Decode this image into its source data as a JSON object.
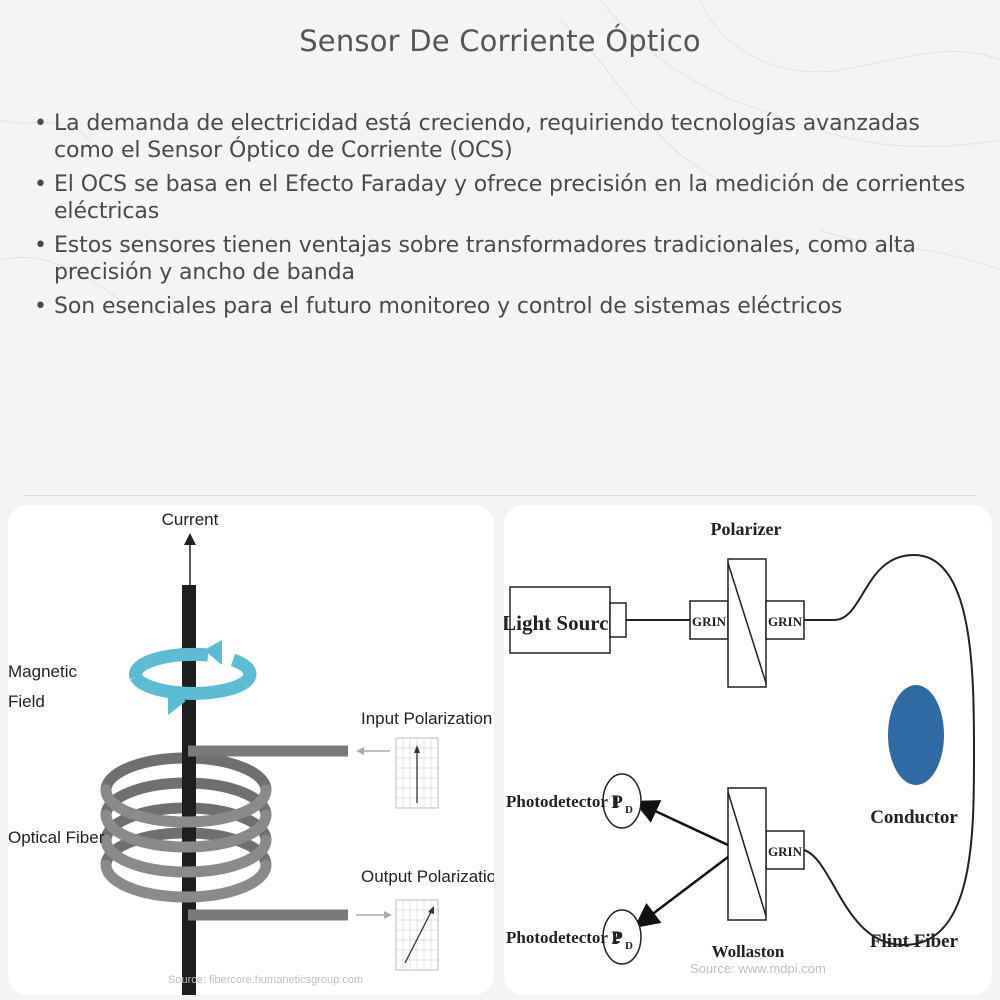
{
  "title": "Sensor De Corriente Óptico",
  "bullets": [
    {
      "text": "La demanda de electricidad está creciendo, requiriendo tecnologías avanzadas como el Sensor Óptico de Corriente (OCS)"
    },
    {
      "text": "El OCS se basa en el Efecto Faraday y ofrece precisión en la medición de corrientes eléctricas"
    },
    {
      "text": "Estos sensores tienen ventajas sobre transformadores tradicionales, como alta precisión y ancho de banda"
    },
    {
      "text": "Son esenciales para el futuro monitoreo y control de sistemas eléctricos"
    }
  ],
  "bullet_symbol": "•",
  "left_diagram": {
    "current_label": "Current",
    "magnetic_label_1": "Magnetic",
    "magnetic_label_2": "Field",
    "optical_fiber_label": "Optical Fiber",
    "input_polarization_label": "Input Polarization",
    "output_polarization_label": "Output Polarization",
    "source": "Source: fibercore.humaneticsgroup.com",
    "arrow_color": "#5bbcd6"
  },
  "right_diagram": {
    "light_source_label": "Light Source",
    "polarizer_label": "Polarizer",
    "grin_1": "GRIN",
    "grin_2": "GRIN",
    "grin_3": "GRIN",
    "conductor_label": "Conductor",
    "photodetector_1_label": "Photodetector 1",
    "photodetector_2_label": "Photodetector 2",
    "pd_1_symbol": "P",
    "pd_1_sub": "D",
    "pd_2_symbol": "P",
    "pd_2_sub": "D",
    "wollaston_label": "Wollaston",
    "flint_fiber_label": "Flint Fiber",
    "source": "Source: www.mdpi.com",
    "conductor_color": "#2e6aa3"
  }
}
